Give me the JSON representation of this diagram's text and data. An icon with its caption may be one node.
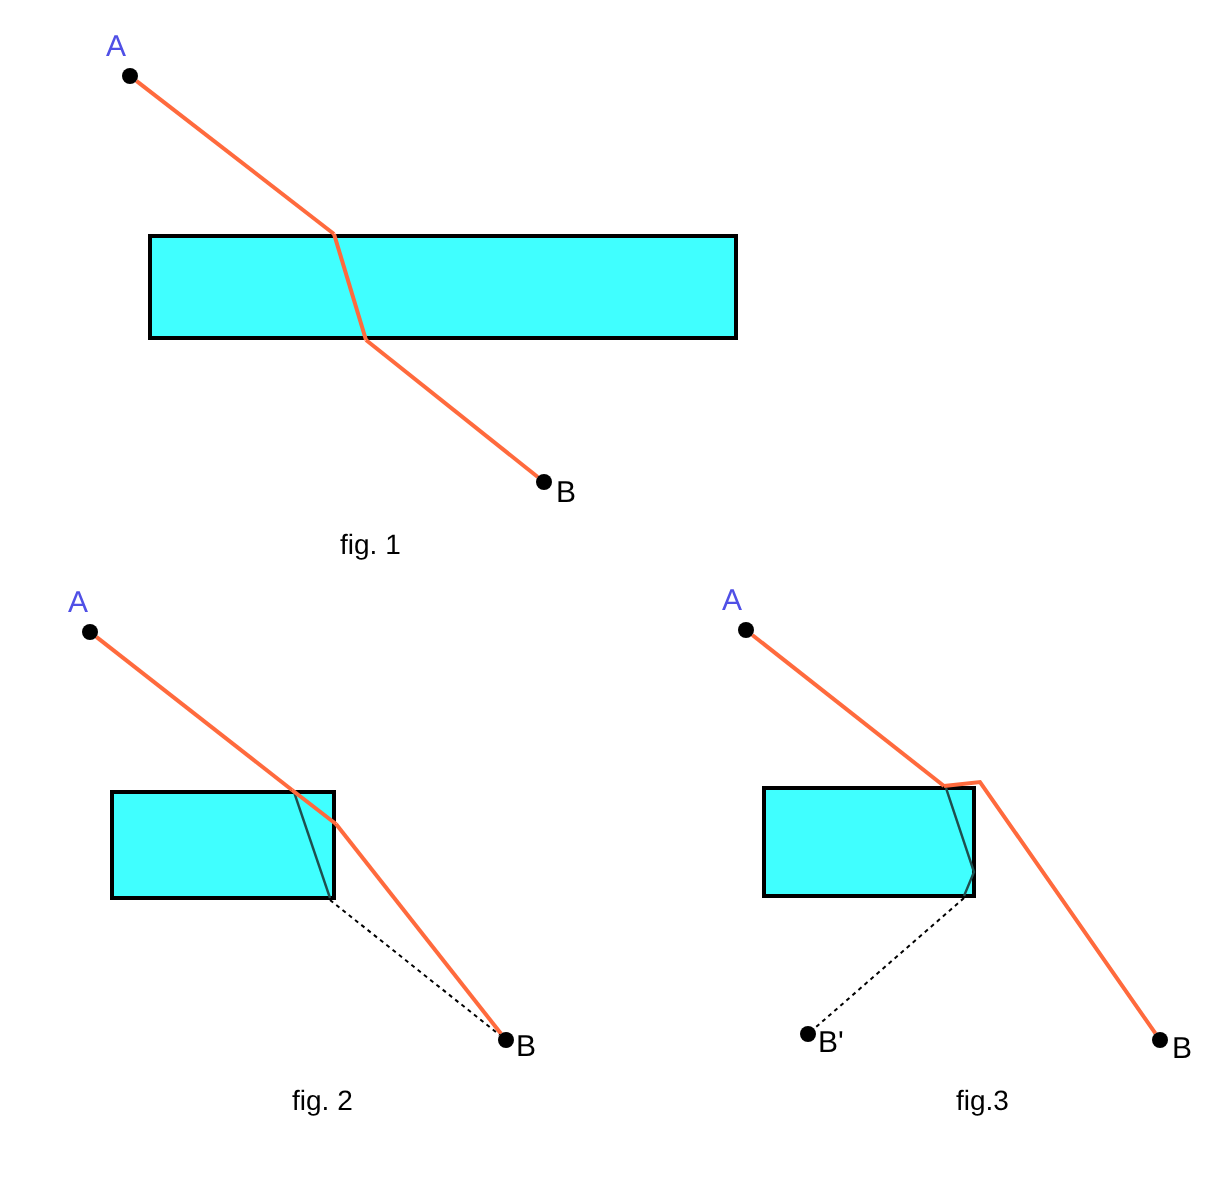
{
  "diagram": {
    "nodes": [
      {
        "text": [
          "A"
        ]
      },
      {
        "text": [
          "B"
        ]
      },
      {
        "text": [],
        "shape": "box"
      },
      {
        "text": [
          "A"
        ]
      },
      {
        "text": [
          "B"
        ]
      },
      {
        "text": [],
        "shape": "box"
      },
      {
        "text": [
          "A"
        ]
      },
      {
        "text": [
          "B'"
        ]
      },
      {
        "text": [
          "B"
        ]
      },
      {
        "text": [],
        "shape": "box"
      }
    ],
    "edges": [
      {
        "from": 0,
        "to": 2,
        "arrow": "none"
      },
      {
        "from": 2,
        "to": 1,
        "arrow": "none"
      },
      {
        "from": 3,
        "to": 5,
        "arrow": "none"
      },
      {
        "from": 5,
        "to": 4,
        "arrow": "none"
      },
      {
        "from": 5,
        "to": 4,
        "arrow": "none",
        "style": "dashed",
        "color": "#000000"
      },
      {
        "from": 6,
        "to": 9,
        "arrow": "none"
      },
      {
        "from": 9,
        "to": 8,
        "arrow": "none"
      },
      {
        "from": 9,
        "to": 7,
        "arrow": "none",
        "style": "dashed",
        "color": "#000000"
      }
    ],
    "labels": [
      "fig. 1",
      "fig. 2",
      "fig.3"
    ]
  }
}
